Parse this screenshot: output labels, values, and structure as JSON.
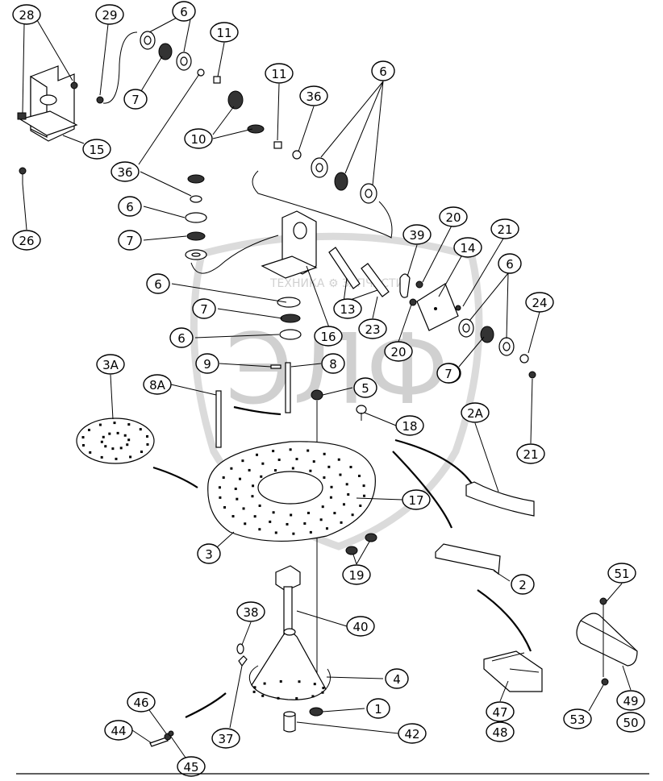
{
  "watermark": {
    "letters": "ЭЛФ",
    "caption": "ТЕХНИКА ⚙ ЗАПЧАСТИ"
  },
  "callouts": [
    {
      "label": "28"
    },
    {
      "label": "29"
    },
    {
      "label": "6"
    },
    {
      "label": "11"
    },
    {
      "label": "7"
    },
    {
      "label": "15"
    },
    {
      "label": "26"
    },
    {
      "label": "10"
    },
    {
      "label": "36"
    },
    {
      "label": "11"
    },
    {
      "label": "36"
    },
    {
      "label": "6"
    },
    {
      "label": "7"
    },
    {
      "label": "6"
    },
    {
      "label": "7"
    },
    {
      "label": "6"
    },
    {
      "label": "7"
    },
    {
      "label": "6"
    },
    {
      "label": "16"
    },
    {
      "label": "13"
    },
    {
      "label": "39"
    },
    {
      "label": "20"
    },
    {
      "label": "14"
    },
    {
      "label": "21"
    },
    {
      "label": "6"
    },
    {
      "label": "24"
    },
    {
      "label": "23"
    },
    {
      "label": "20"
    },
    {
      "label": "7"
    },
    {
      "label": "21"
    },
    {
      "label": "3A"
    },
    {
      "label": "9"
    },
    {
      "label": "8"
    },
    {
      "label": "8A"
    },
    {
      "label": "5"
    },
    {
      "label": "18"
    },
    {
      "label": "2A"
    },
    {
      "label": "17"
    },
    {
      "label": "3"
    },
    {
      "label": "19"
    },
    {
      "label": "2"
    },
    {
      "label": "51"
    },
    {
      "label": "40"
    },
    {
      "label": "38"
    },
    {
      "label": "4"
    },
    {
      "label": "46"
    },
    {
      "label": "1"
    },
    {
      "label": "42"
    },
    {
      "label": "44"
    },
    {
      "label": "37"
    },
    {
      "label": "45"
    },
    {
      "label": "47"
    },
    {
      "label": "48"
    },
    {
      "label": "53"
    },
    {
      "label": "49"
    },
    {
      "label": "50"
    }
  ]
}
